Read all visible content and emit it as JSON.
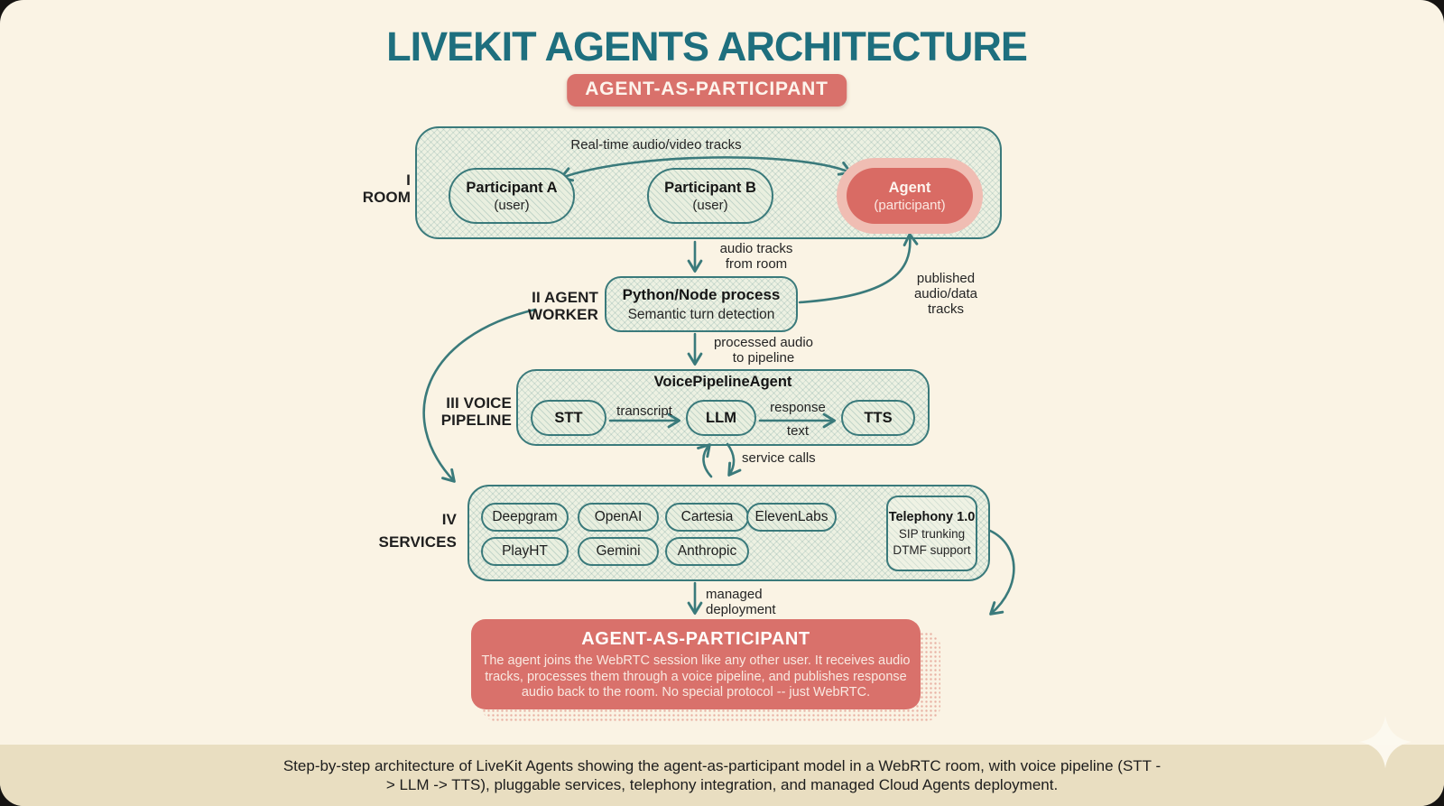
{
  "colors": {
    "teal": "#3A7A7B",
    "title_teal": "#1E6F7E",
    "red": "#D9716B",
    "halo": "#F0BDB3",
    "cream": "#FAF3E4",
    "band": "#E9DEC1",
    "box_fill": "#EDF1E2",
    "ink": "#1F1F1F",
    "summary_text": "#F9E9E1"
  },
  "header": {
    "title": "LIVEKIT AGENTS ARCHITECTURE",
    "badge": "AGENT-AS-PARTICIPANT"
  },
  "room": {
    "numeral": "I",
    "name": "ROOM",
    "flow_label": "Real-time audio/video tracks",
    "participant_a": {
      "name": "Participant A",
      "sub": "(user)"
    },
    "participant_b": {
      "name": "Participant B",
      "sub": "(user)"
    },
    "agent": {
      "name": "Agent",
      "sub": "(participant)"
    }
  },
  "agent_worker": {
    "label_line1": "II AGENT",
    "label_line2": "WORKER",
    "box_title": "Python/Node process",
    "box_sub": "Semantic turn detection"
  },
  "voice_pipeline": {
    "label_line1": "III VOICE",
    "label_line2": "PIPELINE",
    "box_title": "VoicePipelineAgent",
    "nodes": [
      "STT",
      "LLM",
      "TTS"
    ],
    "edge_transcript": "transcript",
    "edge_response_line1": "response",
    "edge_response_line2": "text"
  },
  "services": {
    "label_line1": "IV",
    "label_line2": "SERVICES",
    "row1": [
      "Deepgram",
      "OpenAI",
      "Cartesia",
      "ElevenLabs"
    ],
    "row2": [
      "PlayHT",
      "Gemini",
      "Anthropic"
    ],
    "telephony": {
      "title": "Telephony 1.0",
      "line1": "SIP trunking",
      "line2": "DTMF support"
    }
  },
  "flows": {
    "room_to_worker_line1": "audio tracks",
    "room_to_worker_line2": "from room",
    "published_line1": "published",
    "published_line2": "audio/data",
    "published_line3": "tracks",
    "processed_line1": "processed audio",
    "processed_line2": "to pipeline",
    "service_calls": "service calls",
    "managed_line1": "managed",
    "managed_line2": "deployment"
  },
  "summary": {
    "title": "AGENT-AS-PARTICIPANT",
    "body": "The agent joins the WebRTC session like any other user. It receives audio tracks, processes them through a voice pipeline, and publishes response audio back to the room. No special protocol -- just WebRTC."
  },
  "caption": "Step-by-step architecture of LiveKit Agents showing the agent-as-participant model in a WebRTC room, with voice pipeline (STT -> LLM -> TTS), pluggable services, telephony integration, and managed Cloud Agents deployment."
}
